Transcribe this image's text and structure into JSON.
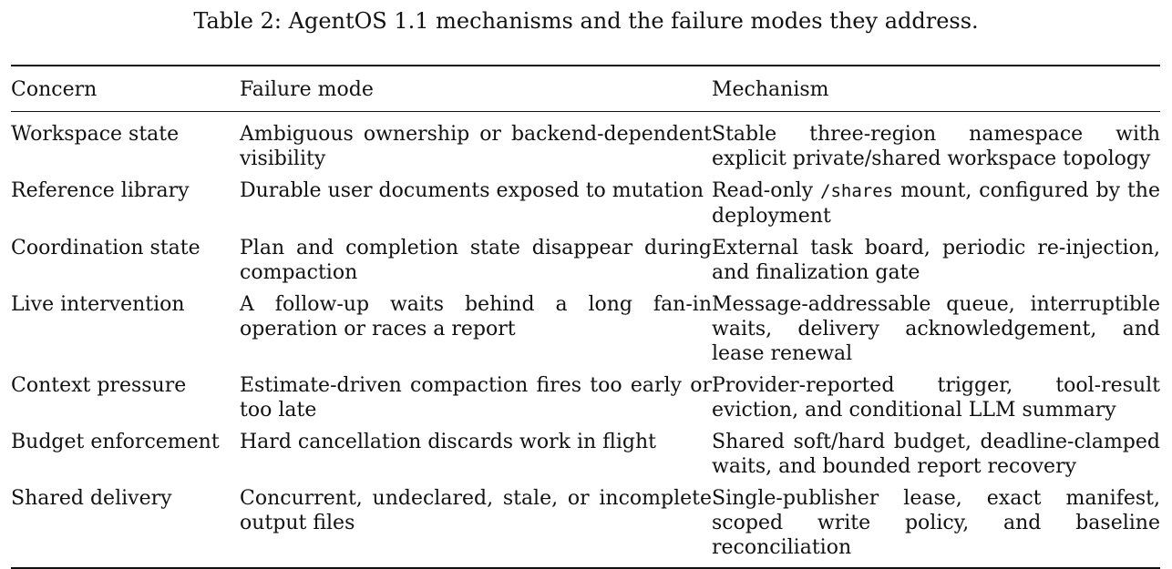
{
  "caption": "Table 2: AgentOS 1.1 mechanisms and the failure modes they address.",
  "table": {
    "headers": [
      "Concern",
      "Failure mode",
      "Mechanism"
    ],
    "rows": [
      {
        "concern": "Workspace state",
        "failure_mode": "Ambiguous ownership or backend-dependent visibility",
        "mechanism": "Stable three-region namespace with explicit private/shared workspace topology"
      },
      {
        "concern": "Reference library",
        "failure_mode": "Durable user documents exposed to mutation",
        "mechanism_pre": "Read-only ",
        "mechanism_code": "/shares",
        "mechanism_post": " mount, configured by the deployment"
      },
      {
        "concern": "Coordination state",
        "failure_mode": "Plan and completion state disappear during compaction",
        "mechanism": "External task board, periodic re-injection, and finalization gate"
      },
      {
        "concern": "Live intervention",
        "failure_mode": "A follow-up waits behind a long fan-in operation or races a report",
        "mechanism": "Message-addressable queue, interruptible waits, delivery acknowledgement, and lease renewal"
      },
      {
        "concern": "Context pressure",
        "failure_mode": "Estimate-driven compaction fires too early or too late",
        "mechanism": "Provider-reported trigger, tool-result eviction, and conditional LLM summary"
      },
      {
        "concern": "Budget enforcement",
        "failure_mode": "Hard cancellation discards work in flight",
        "mechanism": "Shared soft/hard budget, deadline-clamped waits, and bounded report recovery"
      },
      {
        "concern": "Shared delivery",
        "failure_mode": "Concurrent, undeclared, stale, or incomplete output files",
        "mechanism": "Single-publisher lease, exact manifest, scoped write policy, and baseline reconciliation"
      }
    ]
  }
}
